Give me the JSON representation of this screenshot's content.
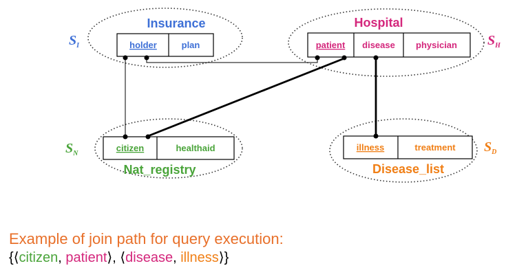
{
  "colors": {
    "insurance": "#3d6fd6",
    "hospital": "#d4277c",
    "nat_registry": "#4aa43a",
    "disease_list": "#f07f16",
    "caption": "#e8702a"
  },
  "relations": {
    "insurance": {
      "name": "Insurance",
      "attributes": [
        "holder",
        "plan"
      ],
      "key": "holder",
      "site": "S",
      "site_sub": "I"
    },
    "hospital": {
      "name": "Hospital",
      "attributes": [
        "patient",
        "disease",
        "physician"
      ],
      "key": "patient",
      "site": "S",
      "site_sub": "H"
    },
    "nat_registry": {
      "name": "Nat_registry",
      "attributes": [
        "citizen",
        "healthaid"
      ],
      "key": "citizen",
      "site": "S",
      "site_sub": "N"
    },
    "disease_list": {
      "name": "Disease_list",
      "attributes": [
        "illness",
        "treatment"
      ],
      "key": "illness",
      "site": "S",
      "site_sub": "D"
    }
  },
  "caption": {
    "line1": "Example of join path for query execution:",
    "open_brace": "{",
    "close_brace": "}",
    "langle": "⟨",
    "rangle": "⟩",
    "comma": ", ",
    "pair1_a": "citizen",
    "pair1_b": "patient",
    "pair2_a": "disease",
    "pair2_b": "illness"
  }
}
